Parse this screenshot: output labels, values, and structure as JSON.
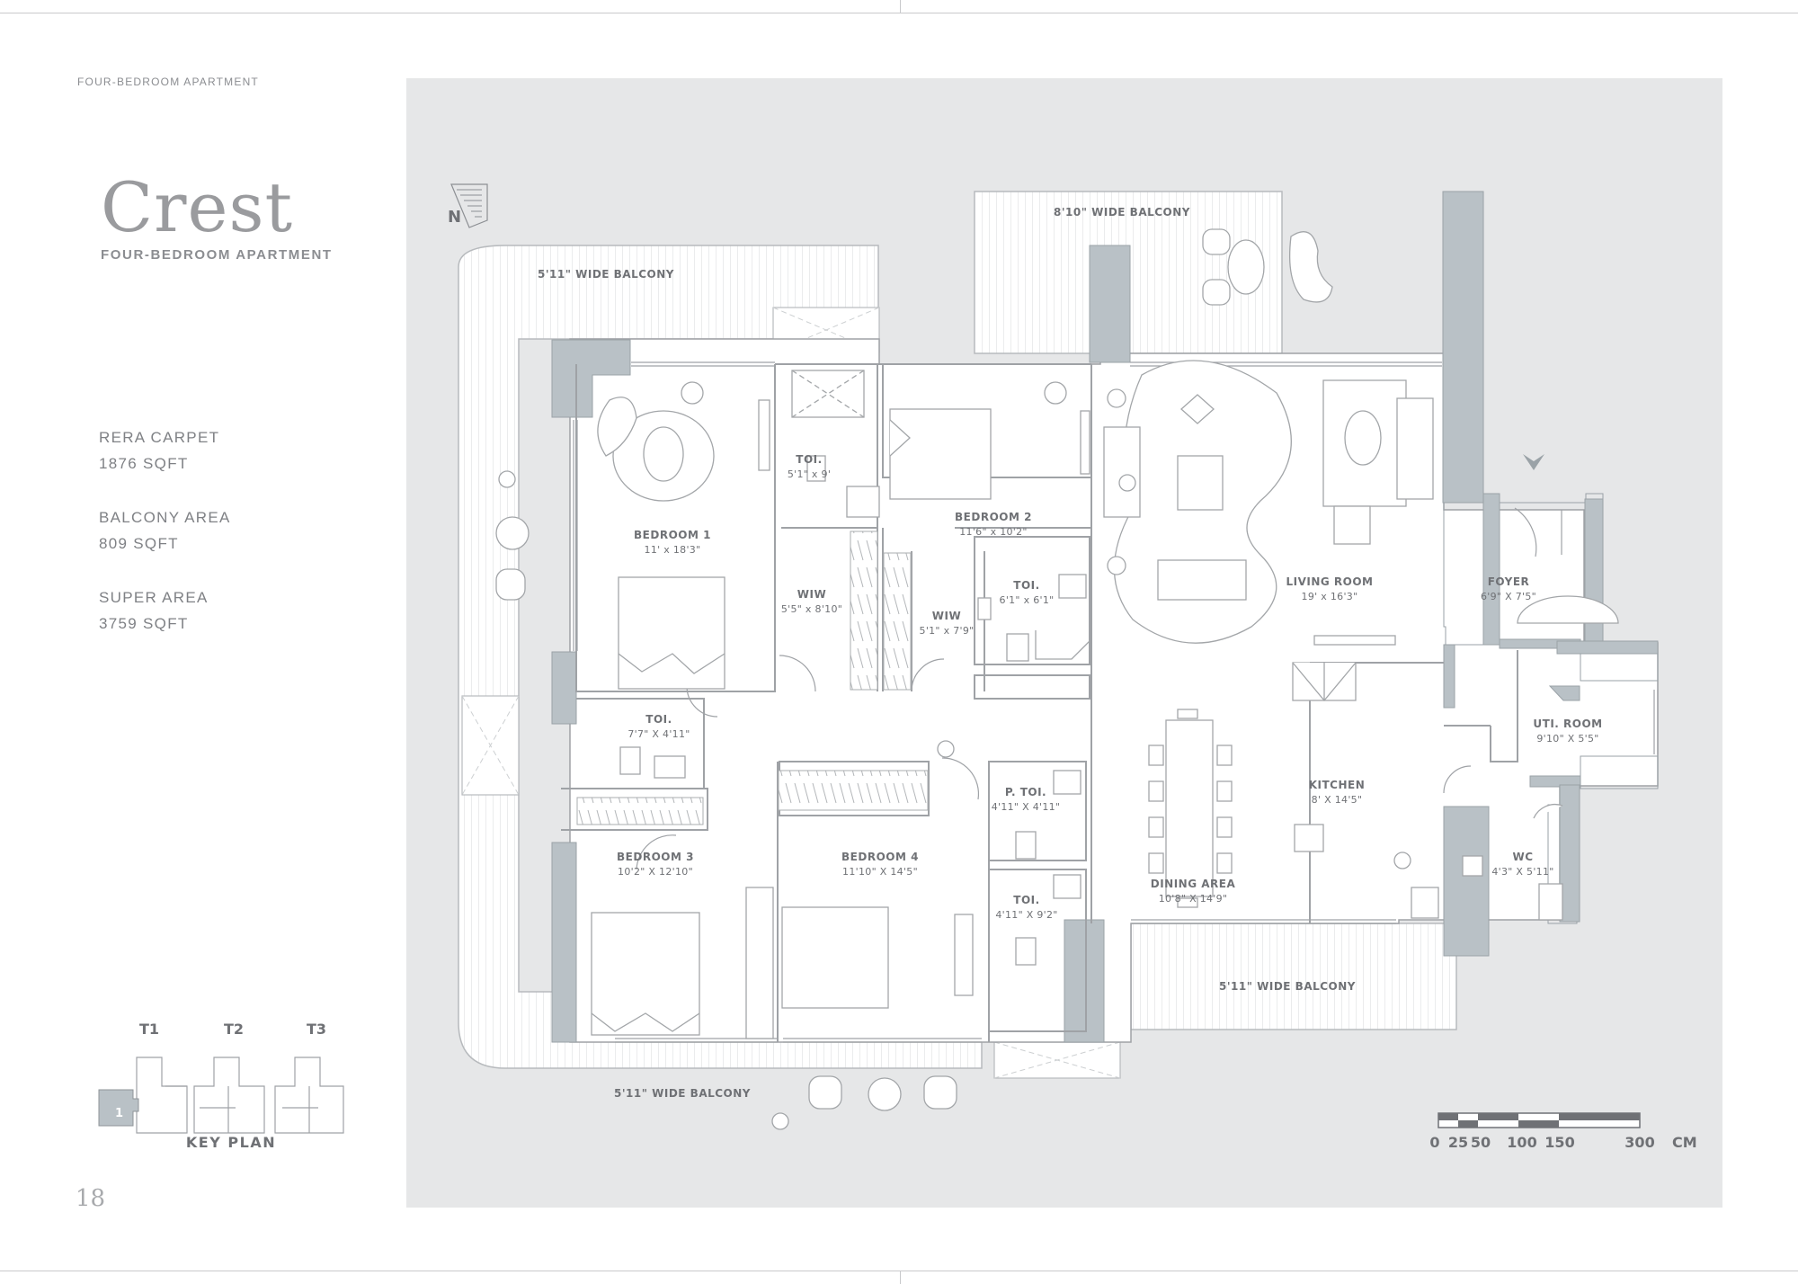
{
  "header": {
    "eyebrow": "FOUR-BEDROOM APARTMENT"
  },
  "title": {
    "name": "Crest",
    "subtitle": "FOUR-BEDROOM APARTMENT"
  },
  "stats": [
    {
      "label": "RERA CARPET",
      "value": "1876 SQFT"
    },
    {
      "label": "BALCONY AREA",
      "value": "809 SQFT"
    },
    {
      "label": "SUPER AREA",
      "value": "3759 SQFT"
    }
  ],
  "key_plan": {
    "towers": [
      "T1",
      "T2",
      "T3"
    ],
    "unit": "1",
    "label": "KEY PLAN"
  },
  "page_number": "18",
  "compass": {
    "label": "N"
  },
  "balconies": {
    "top_left": "5'11\" WIDE BALCONY",
    "top_right": "8'10\" WIDE BALCONY",
    "bottom_left": "5'11\" WIDE BALCONY",
    "bottom_right": "5'11\" WIDE BALCONY"
  },
  "rooms": {
    "bedroom1": {
      "name": "BEDROOM 1",
      "dim": "11' x 18'3\""
    },
    "toi_b1": {
      "name": "TOI.",
      "dim": "5'1\" x 9'"
    },
    "bedroom2": {
      "name": "BEDROOM 2",
      "dim": "11'6\" x 10'2\""
    },
    "wiw1": {
      "name": "WIW",
      "dim": "5'5\" x 8'10\""
    },
    "wiw2": {
      "name": "WIW",
      "dim": "5'1\" x 7'9\""
    },
    "toi_b2": {
      "name": "TOI.",
      "dim": "6'1\" x 6'1\""
    },
    "living": {
      "name": "LIVING ROOM",
      "dim": "19' x 16'3\""
    },
    "foyer": {
      "name": "FOYER",
      "dim": "6'9\" X 7'5\""
    },
    "toi_b3": {
      "name": "TOI.",
      "dim": "7'7\" X 4'11\""
    },
    "ptoi": {
      "name": "P. TOI.",
      "dim": "4'11\" X 4'11\""
    },
    "uti": {
      "name": "UTI. ROOM",
      "dim": "9'10\" X 5'5\""
    },
    "kitchen": {
      "name": "KITCHEN",
      "dim": "8' X 14'5\""
    },
    "bedroom3": {
      "name": "BEDROOM 3",
      "dim": "10'2\" X 12'10\""
    },
    "bedroom4": {
      "name": "BEDROOM 4",
      "dim": "11'10\" X 14'5\""
    },
    "toi_b4": {
      "name": "TOI.",
      "dim": "4'11\" X 9'2\""
    },
    "dining": {
      "name": "DINING AREA",
      "dim": "10'8\" X 14'9\""
    },
    "wc": {
      "name": "WC",
      "dim": "4'3\" X 5'11\""
    }
  },
  "scale": {
    "ticks": [
      "0",
      "25",
      "50",
      "100",
      "150",
      "300"
    ],
    "unit": "CM"
  },
  "colors": {
    "wall": "#b9c1c6",
    "background": "#e6e7e8",
    "line": "#9fa2a6"
  }
}
